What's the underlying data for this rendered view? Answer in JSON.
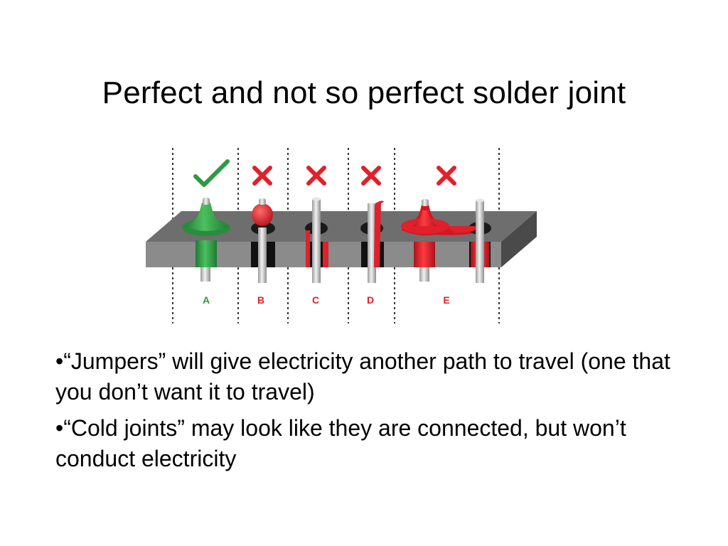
{
  "slide": {
    "title": "Perfect and not so perfect solder joint"
  },
  "figure": {
    "marks": [
      "check-icon",
      "x-icon",
      "x-icon",
      "x-icon",
      "x-icon"
    ],
    "labels": [
      "A",
      "B",
      "C",
      "D",
      "E"
    ],
    "colors": {
      "good": "#2e9a44",
      "bad": "#e0202b",
      "board_top": "#6f6f6f",
      "board_front": "#8c8c8c",
      "board_side": "#4b4b4b",
      "pin": "#c8c8c8"
    }
  },
  "bullets": [
    {
      "marker": "•",
      "text": "“Jumpers” will give electricity another path to travel (one that you don’t want it to travel)"
    },
    {
      "marker": "•",
      "text": "“Cold joints” may look like they are connected, but won’t conduct electricity"
    }
  ]
}
